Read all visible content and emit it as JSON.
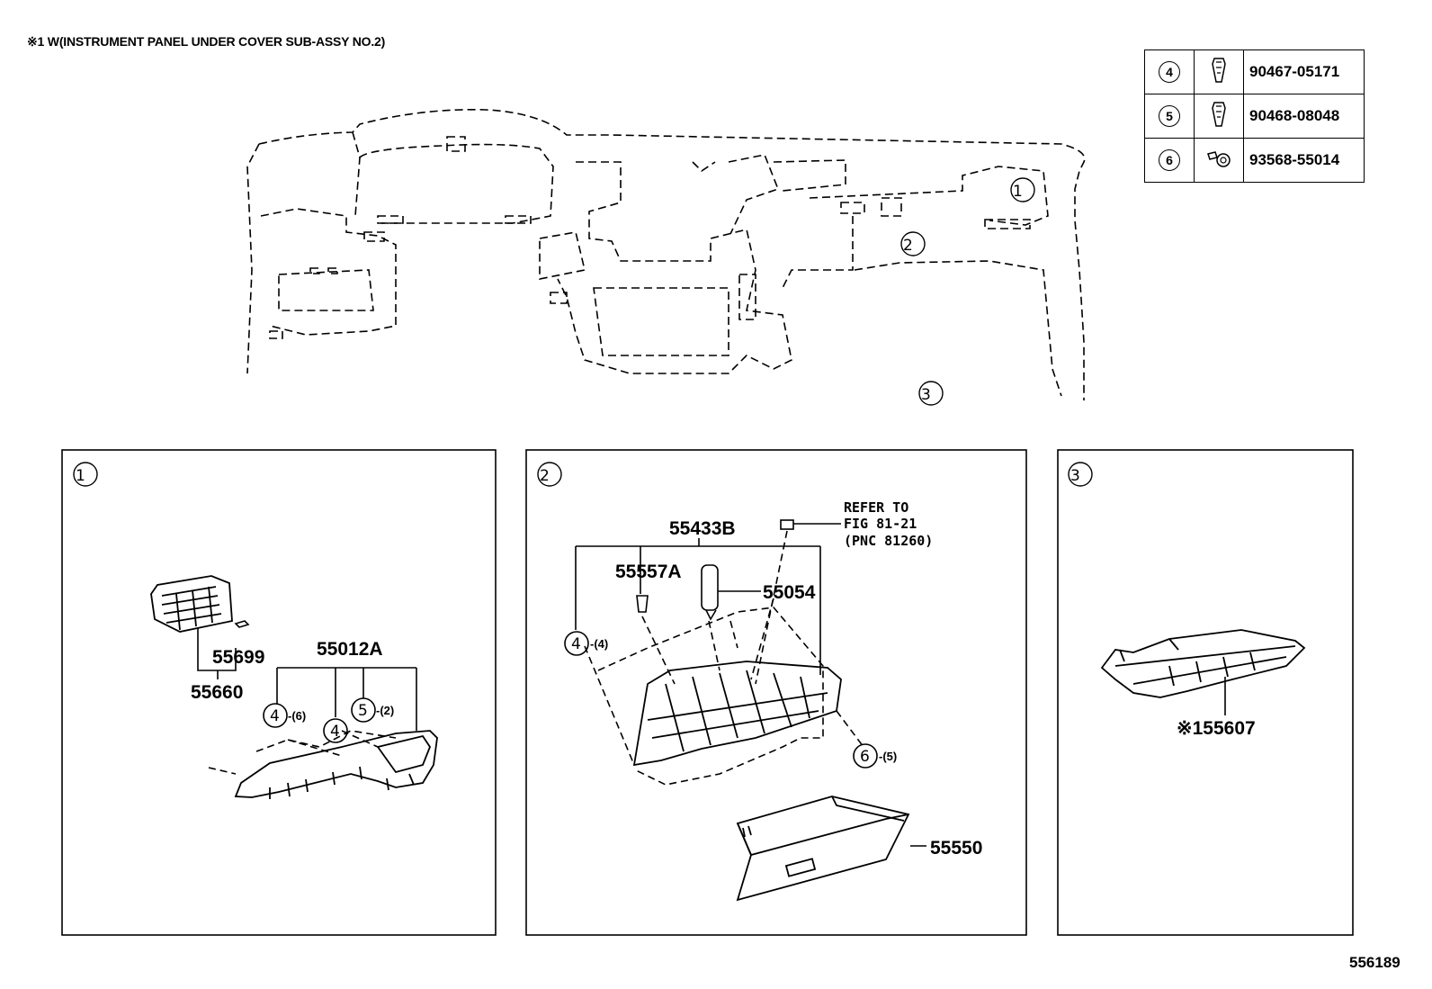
{
  "note": "※1 W(INSTRUMENT PANEL UNDER COVER SUB-ASSY NO.2)",
  "doc_id": "556189",
  "overview": {
    "callouts": [
      "1",
      "2",
      "3"
    ]
  },
  "kit_table": [
    {
      "ref": "4",
      "icon": "clip-icon",
      "part": "90467-05171"
    },
    {
      "ref": "5",
      "icon": "clip-icon",
      "part": "90468-08048"
    },
    {
      "ref": "6",
      "icon": "screw-icon",
      "part": "93568-55014"
    }
  ],
  "panel1": {
    "num": "1",
    "parts": {
      "p55699": "55699",
      "p55660": "55660",
      "p55012A": "55012A"
    },
    "callouts": {
      "c4a": "4",
      "c4a_qty": "-(6)",
      "c4b": "4",
      "c5": "5",
      "c5_qty": "-(2)"
    }
  },
  "panel2": {
    "num": "2",
    "parts": {
      "p55433B": "55433B",
      "p55557A": "55557A",
      "p55054": "55054",
      "p55550": "55550"
    },
    "refer": [
      "REFER TO",
      "FIG 81-21",
      "(PNC 81260)"
    ],
    "callouts": {
      "c4": "4",
      "c4_qty": "-(4)",
      "c6": "6",
      "c6_qty": "-(5)"
    }
  },
  "panel3": {
    "num": "3",
    "part": "※155607"
  }
}
